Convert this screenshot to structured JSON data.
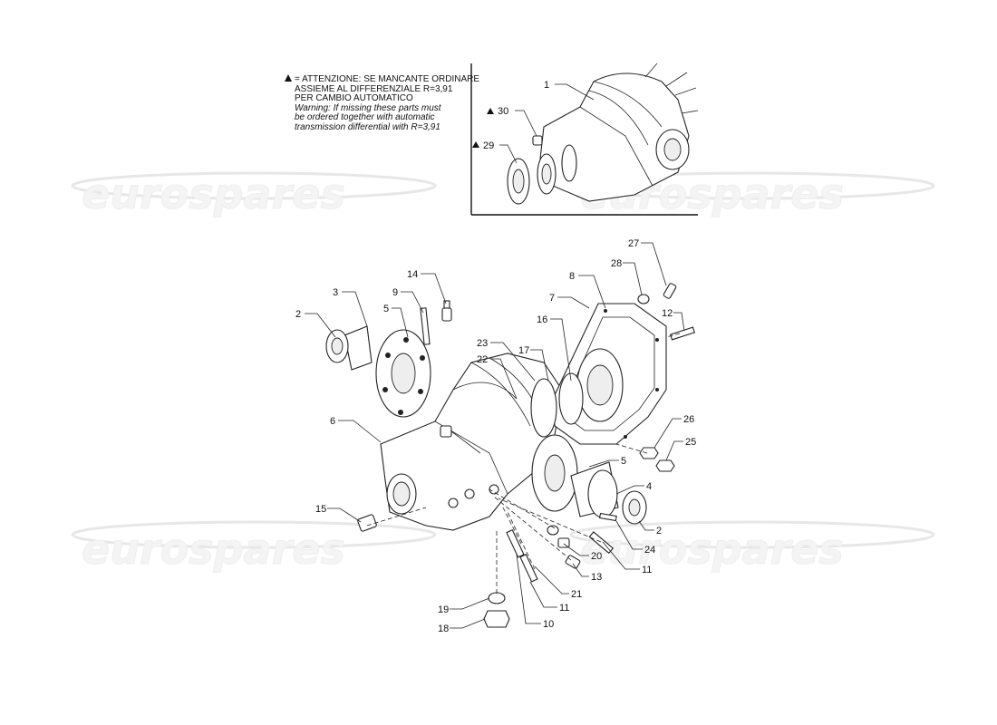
{
  "note": {
    "symbol": "▲",
    "line1": "= ATTENZIONE: SE MANCANTE ORDINARE",
    "line2": "ASSIEME AL DIFFERENZIALE R=3,91",
    "line3": "PER CAMBIO AUTOMATICO",
    "en1": "Warning: If missing these parts must",
    "en2": "be ordered together with automatic",
    "en3": "transmission differential with R=3,91"
  },
  "watermark": "eurospares",
  "inset_labels": {
    "l1": "1",
    "l30": "30",
    "l29": "29"
  },
  "labels": {
    "l2a": "2",
    "l3": "3",
    "l5a": "5",
    "l9": "9",
    "l14": "14",
    "l6": "6",
    "l23": "23",
    "l22": "22",
    "l17": "17",
    "l16": "16",
    "l7": "7",
    "l8": "8",
    "l28": "28",
    "l27": "27",
    "l12": "12",
    "l26": "26",
    "l25": "25",
    "l5b": "5",
    "l4": "4",
    "l2b": "2",
    "l24": "24",
    "l11a": "11",
    "l20": "20",
    "l13": "13",
    "l21": "21",
    "l11b": "11",
    "l10": "10",
    "l15": "15",
    "l19": "19",
    "l18": "18"
  }
}
